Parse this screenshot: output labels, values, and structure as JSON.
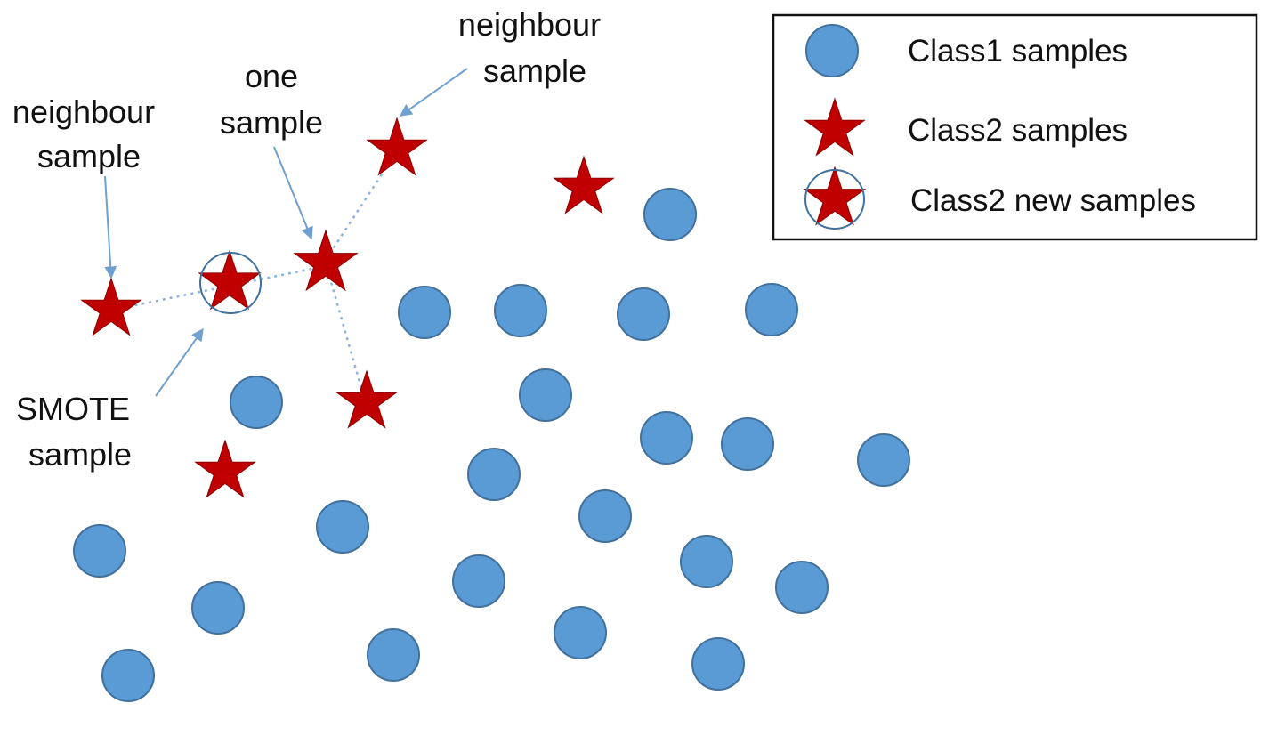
{
  "colors": {
    "class1_fill": "#5b9bd5",
    "class2_fill": "#c00000",
    "arrow": "#6fa0cf"
  },
  "annotations": {
    "neighbour_left": [
      "neighbour",
      "sample"
    ],
    "one_sample": [
      "one",
      "sample"
    ],
    "neighbour_top": [
      "neighbour",
      "sample"
    ],
    "smote_sample": [
      "SMOTE",
      "sample"
    ]
  },
  "legend": {
    "items": [
      {
        "label": "Class1 samples",
        "icon": "circle-icon"
      },
      {
        "label": "Class2 samples",
        "icon": "star-icon"
      },
      {
        "label": "Class2 new samples",
        "icon": "circled-star-icon"
      }
    ]
  }
}
